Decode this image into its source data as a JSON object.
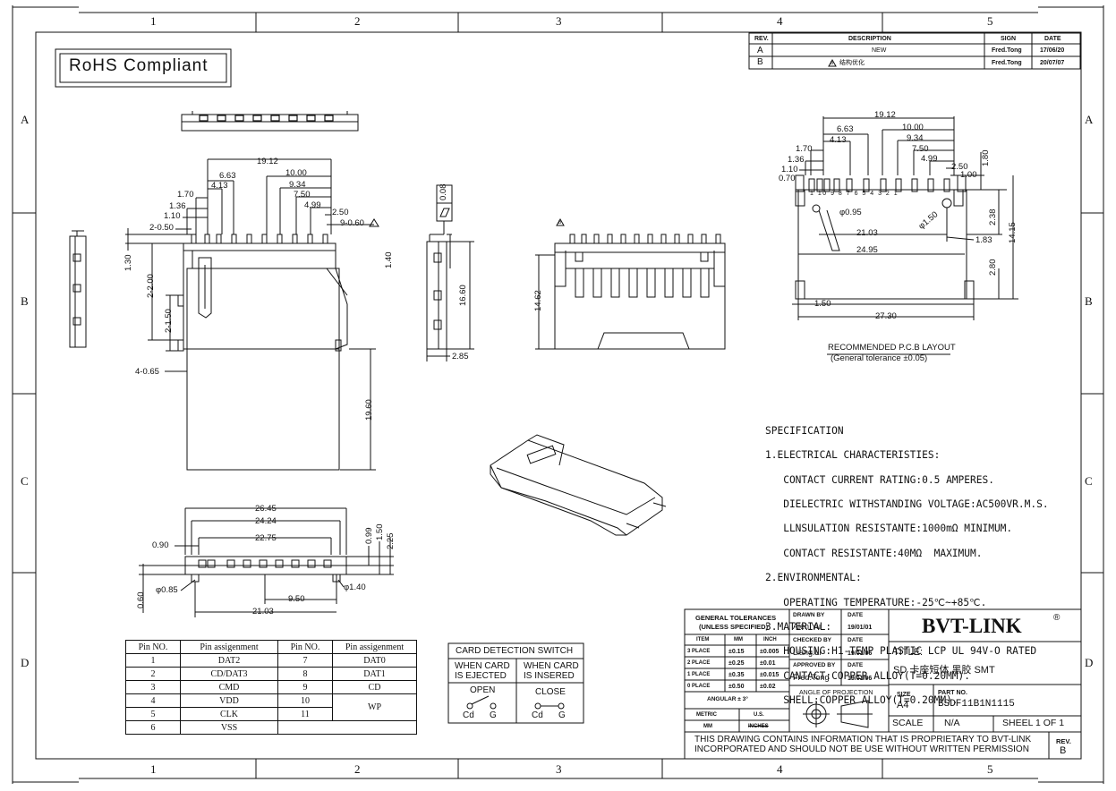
{
  "page": {
    "title": "SD card connector drawing"
  },
  "grid": {
    "cols": [
      "1",
      "2",
      "3",
      "4",
      "5"
    ],
    "rows": [
      "A",
      "B",
      "C",
      "D"
    ]
  },
  "rohs": "RoHS Compliant",
  "revision": {
    "headers": [
      "REV.",
      "DESCRIPTION",
      "SIGN",
      "DATE"
    ],
    "rows": [
      {
        "rev": "A",
        "desc": "NEW",
        "sign": "Fred.Tong",
        "date": "17/06/20"
      },
      {
        "rev": "B",
        "desc": "结构优化",
        "mark": "B",
        "sign": "Fred.Tong",
        "date": "20/07/07"
      }
    ]
  },
  "dims": {
    "top": {
      "d1912": "19.12",
      "d663": "6.63",
      "d1000": "10.00",
      "d413": "4.13",
      "d934": "9.34",
      "d170": "1.70",
      "d750": "7.50",
      "d136": "1.36",
      "d499": "4.99",
      "d110": "1.10",
      "d250": "2.50",
      "d2050": "2-0.50",
      "d9060": "9-0.60",
      "d008": "0.08",
      "d130": "1.30",
      "d2200": "2-2.00",
      "d2150": "2-1.50",
      "d4065": "4-0.65",
      "d1960": "19.60"
    },
    "side": {
      "d140": "1.40",
      "d1660": "16.60",
      "d285": "2.85"
    },
    "front": {
      "d1462": "14.62",
      "mark": "B"
    },
    "bottom": {
      "d2645": "26.45",
      "d2424": "24.24",
      "d2275": "22.75",
      "d090": "0.90",
      "d099": "0.99",
      "d150": "1.50",
      "d225": "2.25",
      "d085": "φ0.85",
      "d140": "φ1.40",
      "d950": "9.50",
      "d2103": "21.03",
      "d060": "0.60"
    },
    "pcb": {
      "d1912": "19.12",
      "d663": "6.63",
      "d1000": "10.00",
      "d413": "4.13",
      "d934": "9.34",
      "d170": "1.70",
      "d750": "7.50",
      "d136": "1.36",
      "d499": "4.99",
      "d110": "1.10",
      "d070": "0.70",
      "d250": "2.50",
      "d100": "1.00",
      "d180": "1.80",
      "d095": "φ0.95",
      "d2103": "21.03",
      "d150c": "φ1.50",
      "d238": "2.38",
      "d1415": "14.15",
      "d2495": "24.95",
      "d183": "1.83",
      "d280": "2.80",
      "d150": "1.50",
      "d2730": "27.30",
      "pinlabels": "1 10 9 8 7 6 5 4 3 2 1",
      "caption": "RECOMMENDED P.C.B LAYOUT",
      "tolerance": "(General tolerance ±0.05)"
    }
  },
  "spec": {
    "lines": [
      "SPECIFICATION",
      "1.ELECTRICAL CHARACTERISTIES:",
      "   CONTACT CURRENT RATING:0.5 AMPERES.",
      "   DIELECTRIC WITHSTANDING VOLTAGE:AC500VR.M.S.",
      "   LLNSULATION RESISTANTE:1000mΩ MINIMUM.",
      "   CONTACT RESISTANTE:40MΩ  MAXIMUM.",
      "2.ENVIRONMENTAL:",
      "   OPERATING TEMPERATURE:-25℃~+85℃.",
      "3.MATERIAL:",
      "   HOUSING:H1-TEMP PLASTIC LCP UL 94V-O RATED",
      "   CANTACT:COPPER ALLOY(T=0.20MM).",
      "   SHELL:COPPER ALLOY(T=0.20MM)."
    ]
  },
  "pins": {
    "headers": [
      "Pin NO.",
      "Pin assigenment",
      "Pin NO.",
      "Pin assigenment"
    ],
    "rows": [
      [
        "1",
        "DAT2",
        "7",
        "DAT0"
      ],
      [
        "2",
        "CD/DAT3",
        "8",
        "DAT1"
      ],
      [
        "3",
        "CMD",
        "9",
        "CD"
      ],
      [
        "4",
        "VDD",
        "10",
        "WP"
      ],
      [
        "5",
        "CLK",
        "11",
        ""
      ],
      [
        "6",
        "VSS",
        "",
        ""
      ]
    ]
  },
  "switch": {
    "title": "CARD DETECTION SWITCH",
    "col1": "WHEN CARD\nIS EJECTED",
    "col2": "WHEN CARD\nIS INSERED",
    "state1": "OPEN",
    "state2": "CLOSE",
    "cd": "Cd",
    "g": "G"
  },
  "titleblock": {
    "gen_tol": "GENERAL TOLERANCES",
    "unless": "(UNLESS SPECIFIED)",
    "tol_headers": [
      "ITEM",
      "MM",
      "INCH"
    ],
    "tol_rows": [
      [
        "3 PLACE",
        "±0.15",
        "±0.005"
      ],
      [
        "2 PLACE",
        "±0.25",
        "±0.01"
      ],
      [
        "1 PLACE",
        "±0.35",
        "±0.015"
      ],
      [
        "0 PLACE",
        "±0.50",
        "±0.02"
      ]
    ],
    "angular": "ANGULAR ± 3°",
    "metric": "METRIC",
    "us": "U.S.",
    "mm": "MM",
    "inches": "INCHES",
    "drawn_by": "DRAWN BY",
    "drawn_name": "Alen.Yu",
    "checked_by": "CHECKED BY",
    "checked_name": "Liang.Li",
    "approved_by": "APPROVED BY",
    "approved_name": "Fred.Tong",
    "date_label": "DATE",
    "drawn_date": "19/01/01",
    "checked_date": "19/01/06",
    "approved_date": "19/01/06",
    "projection": "ANGLE OF PROJECTION",
    "company": "BVT-LINK",
    "reg": "®",
    "title_label": "TITLE:",
    "title_value": "SD 卡座短体 黑胶  SMT",
    "size_label": "SIZE",
    "size_value": "A4",
    "partno_label": "PART NO.",
    "partno_value": "BSDF11B1N1115",
    "scale_label": "SCALE",
    "scale_value": "N/A",
    "sheet": "SHEEL 1 OF 1",
    "notice1": "THIS DRAWING CONTAINS INFORMATION THAT IS PROPRIETARY TO BVT-LINK",
    "notice2": "INCORPORATED AND SHOULD NOT BE USE WITHOUT WRITTEN PERMISSION",
    "rev_label": "REV.",
    "rev_value": "B"
  }
}
